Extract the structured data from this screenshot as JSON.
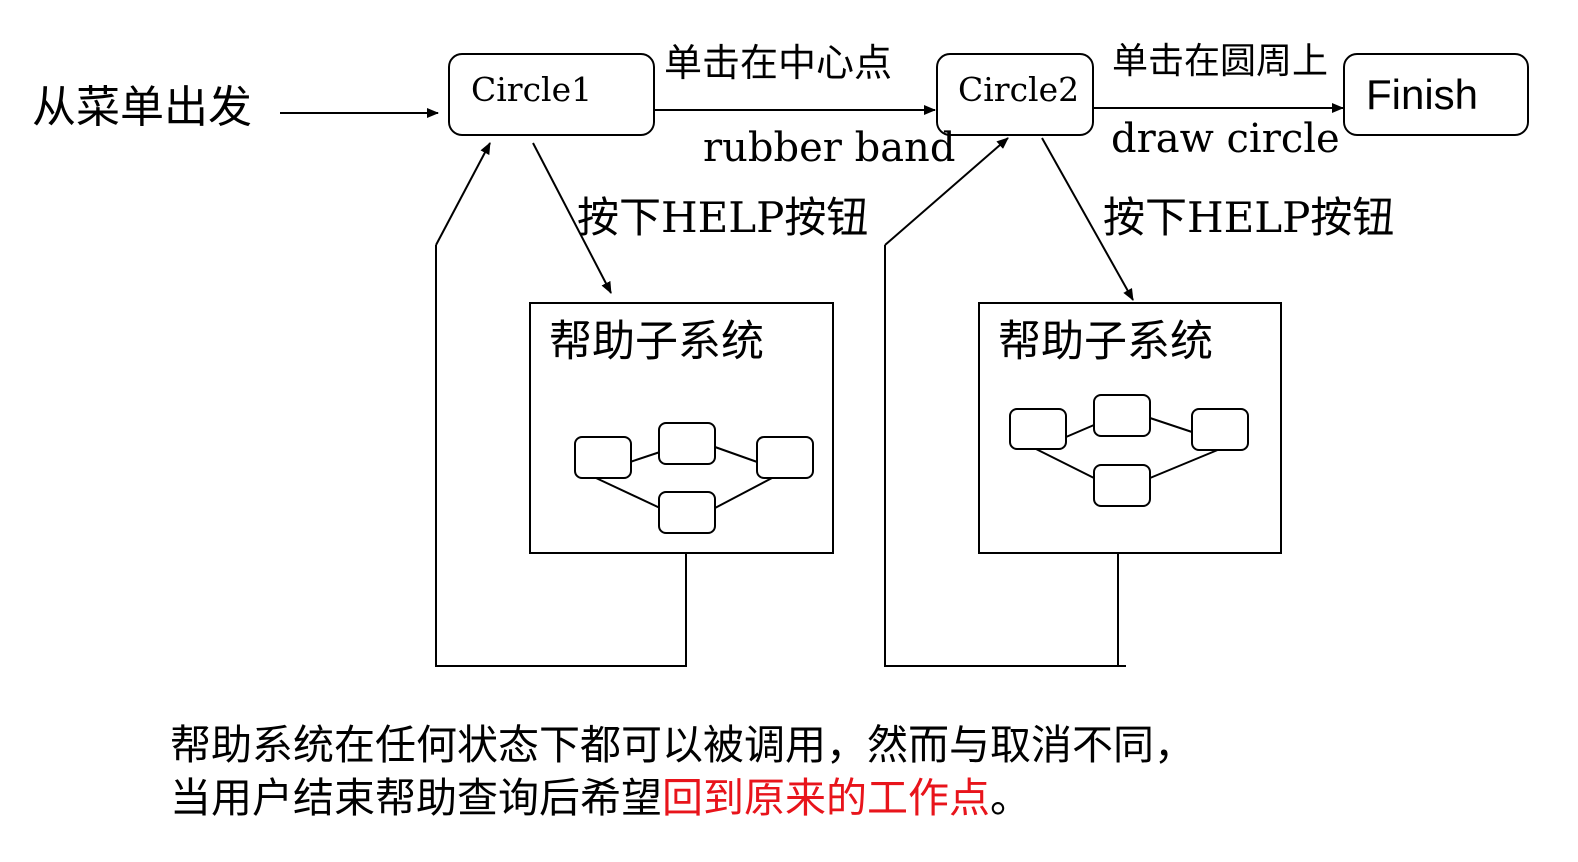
{
  "entry_label": "从菜单出发",
  "states": {
    "circle1": "Circle1",
    "circle2": "Circle2",
    "finish": "Finish"
  },
  "transitions": {
    "c1_to_c2_top": "单击在中心点",
    "c1_to_c2_bottom": "rubber band",
    "c2_to_finish_top": "单击在圆周上",
    "c2_to_finish_bottom": "draw circle",
    "help1": "按下HELP按钮",
    "help2": "按下HELP按钮"
  },
  "subsystems": {
    "left_title": "帮助子系统",
    "right_title": "帮助子系统"
  },
  "caption": {
    "line1": "帮助系统在任何状态下都可以被调用，然而与取消不同，",
    "line2_normal": "当用户结束帮助查询后希望",
    "line2_highlight": "回到原来的工作点",
    "line2_end": "。",
    "highlight_color": "#e8141b"
  }
}
